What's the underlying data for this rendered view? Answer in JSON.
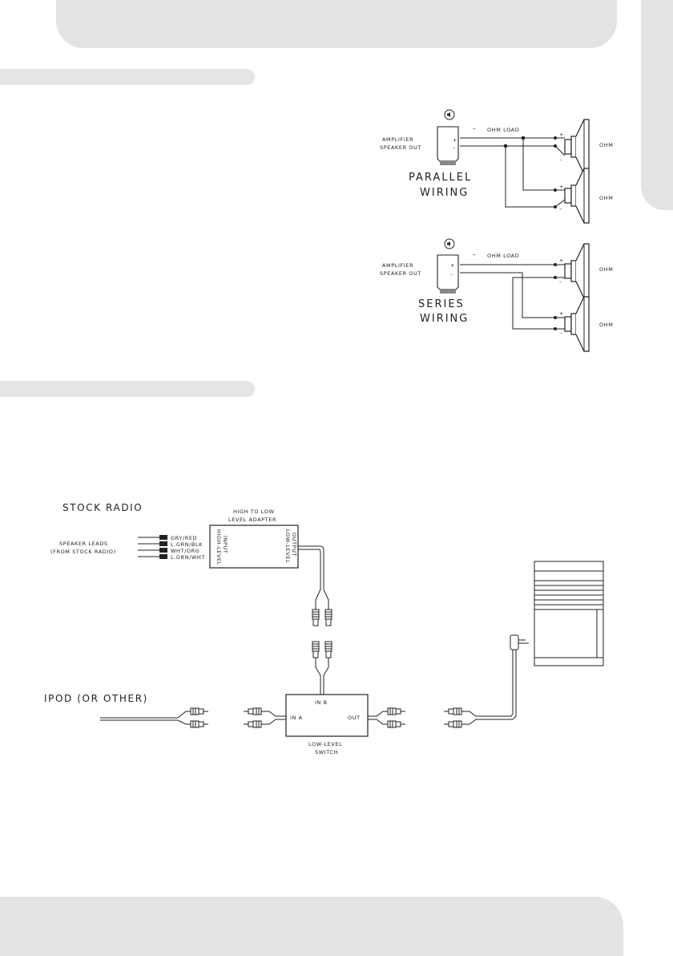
{
  "wiring": {
    "parallel": {
      "title_line1": "PARALLEL",
      "title_line2": "WIRING",
      "amp_label_line1": "AMPLIFIER",
      "amp_label_line2": "SPEAKER OUT",
      "load_label": "OHM LOAD",
      "load_dash": "–",
      "plus": "+",
      "minus": "–",
      "speaker_ohm_1": "OHM",
      "speaker_ohm_2": "OHM"
    },
    "series": {
      "title_line1": "SERIES",
      "title_line2": "WIRING",
      "amp_label_line1": "AMPLIFIER",
      "amp_label_line2": "SPEAKER OUT",
      "load_label": "OHM LOAD",
      "load_dash": "–",
      "plus": "+",
      "minus": "–",
      "speaker_ohm_1": "OHM",
      "speaker_ohm_2": "OHM"
    }
  },
  "connection": {
    "stock_radio": "STOCK RADIO",
    "speaker_leads_line1": "SPEAKER LEADS",
    "speaker_leads_line2": "(FROM STOCK RADIO)",
    "wires": [
      "GRY/RED",
      "L.GRN/BLK",
      "WHT/ORG",
      "L.GRN/WHT"
    ],
    "adapter_title_line1": "HIGH TO LOW",
    "adapter_title_line2": "LEVEL ADAPTER",
    "adapter_input_line1": "HIGH-LEVEL",
    "adapter_input_line2": "INPUT",
    "adapter_output_line1": "LOW-LEVEL",
    "adapter_output_line2": "OUTPUT",
    "ipod": "IPOD (OR OTHER)",
    "switch_in_a": "IN A",
    "switch_in_b": "IN B",
    "switch_out": "OUT",
    "switch_label_line1": "LOW-LEVEL",
    "switch_label_line2": "SWITCH"
  },
  "colors": {
    "band": "#e3e3e3",
    "line": "#222222"
  }
}
